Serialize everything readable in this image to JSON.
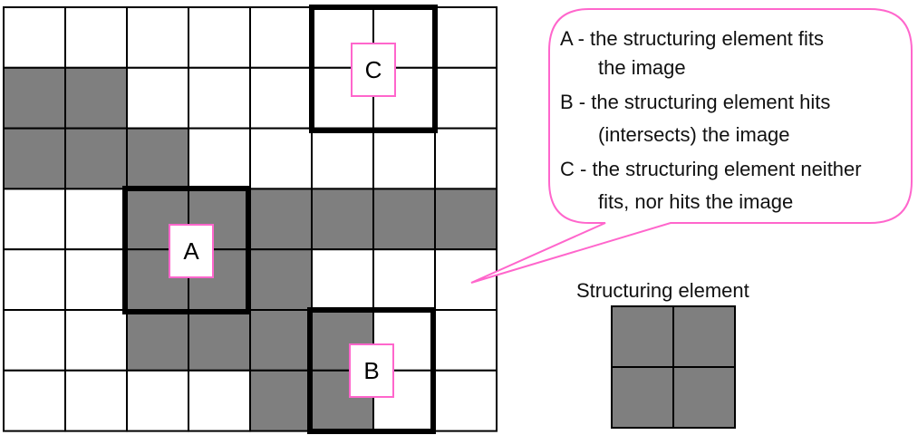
{
  "colors": {
    "filled": "#7f7f7f",
    "empty": "#ffffff",
    "callout_border": "#ff66cc"
  },
  "grid": {
    "rows": 7,
    "cols": 8,
    "filled_cells": [
      [
        1,
        0
      ],
      [
        1,
        1
      ],
      [
        2,
        0
      ],
      [
        2,
        1
      ],
      [
        2,
        2
      ],
      [
        3,
        2
      ],
      [
        3,
        3
      ],
      [
        3,
        4
      ],
      [
        3,
        5
      ],
      [
        3,
        6
      ],
      [
        3,
        7
      ],
      [
        4,
        2
      ],
      [
        4,
        3
      ],
      [
        4,
        4
      ],
      [
        5,
        2
      ],
      [
        5,
        3
      ],
      [
        5,
        4
      ],
      [
        5,
        5
      ],
      [
        6,
        4
      ],
      [
        6,
        5
      ]
    ]
  },
  "element_labels": {
    "a": "A",
    "b": "B",
    "c": "C"
  },
  "callout": {
    "a_line1": "A - the structuring element fits",
    "a_line2": "the image",
    "b_line1": "B - the structuring element hits",
    "b_line2": "(intersects) the image",
    "c_line1": "C - the structuring element neither",
    "c_line2": "fits, nor hits the image"
  },
  "structuring_element": {
    "title": "Structuring element",
    "rows": 2,
    "cols": 2
  }
}
